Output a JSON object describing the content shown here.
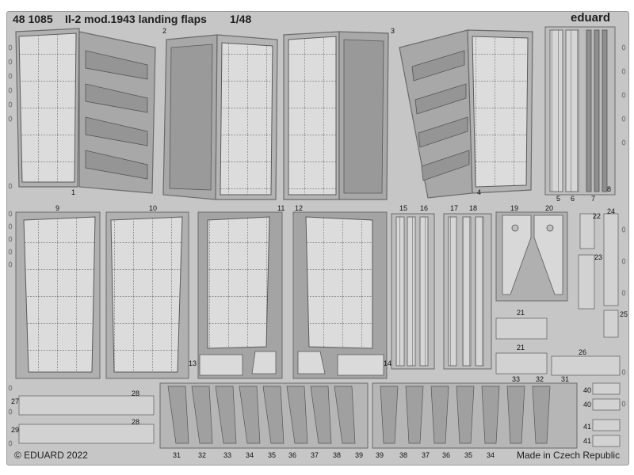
{
  "header": {
    "product_code": "48 1085",
    "title": "Il-2 mod.1943 landing flaps",
    "scale": "1/48",
    "brand": "eduard"
  },
  "footer": {
    "copyright": "© EDUARD 2022",
    "origin": "Made in Czech Republic"
  },
  "part_numbers": {
    "p1": "1",
    "p2": "2",
    "p3": "3",
    "p4": "4",
    "p5": "5",
    "p6": "6",
    "p7": "7",
    "p8": "8",
    "p9": "9",
    "p10": "10",
    "p11": "11",
    "p12": "12",
    "p13": "13",
    "p14": "14",
    "p15": "15",
    "p16": "16",
    "p17": "17",
    "p18": "18",
    "p19": "19",
    "p20": "20",
    "p21a": "21",
    "p21b": "21",
    "p22": "22",
    "p23": "23",
    "p24": "24",
    "p25": "25",
    "p26": "26",
    "p27": "27",
    "p28a": "28",
    "p28b": "28",
    "p29": "29",
    "p31a": "31",
    "p31b": "31",
    "p32a": "32",
    "p32b": "32",
    "p33a": "33",
    "p33b": "33",
    "p40a": "40",
    "p40b": "40",
    "p41a": "41",
    "p41b": "41"
  },
  "bottom_row_left": [
    "31",
    "32",
    "33",
    "34",
    "35",
    "36",
    "37",
    "38",
    "39"
  ],
  "bottom_row_right": [
    "39",
    "38",
    "37",
    "36",
    "35",
    "34"
  ],
  "colors": {
    "fret": "#c6c6c6",
    "metal_light": "#d9d9d9",
    "metal_mid": "#a9a9a9",
    "metal_dark": "#8c8c8c",
    "line": "#5a5a5a"
  }
}
